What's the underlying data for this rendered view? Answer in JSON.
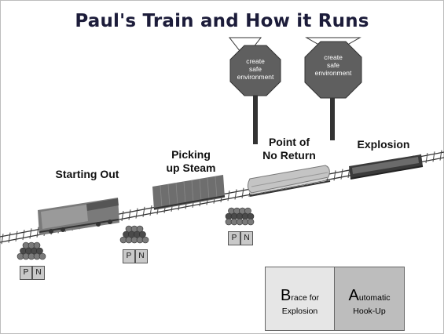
{
  "title": "Paul's Train and How it Runs",
  "stages": [
    {
      "line1": "Starting Out",
      "line2": ""
    },
    {
      "line1": "Picking",
      "line2": "up Steam"
    },
    {
      "line1": "Point of",
      "line2": "No Return"
    },
    {
      "line1": "Explosion",
      "line2": ""
    }
  ],
  "signs": [
    {
      "line1": "create",
      "line2": "safe",
      "line3": "environment"
    },
    {
      "line1": "create",
      "line2": "safe",
      "line3": "environment"
    }
  ],
  "pn_boxes": [
    {
      "p": "P",
      "n": "N"
    },
    {
      "p": "P",
      "n": "N"
    },
    {
      "p": "P",
      "n": "N"
    }
  ],
  "brace_box": {
    "initial": "B",
    "rest": "race for",
    "line2": "Explosion"
  },
  "auto_box": {
    "initial": "A",
    "rest": "utomatic",
    "line2": "Hook-Up"
  },
  "colors": {
    "title": "#1c1c3a",
    "sign": "#5f5f5f",
    "brace_fill": "#e6e6e6",
    "auto_fill": "#bdbdbd"
  }
}
